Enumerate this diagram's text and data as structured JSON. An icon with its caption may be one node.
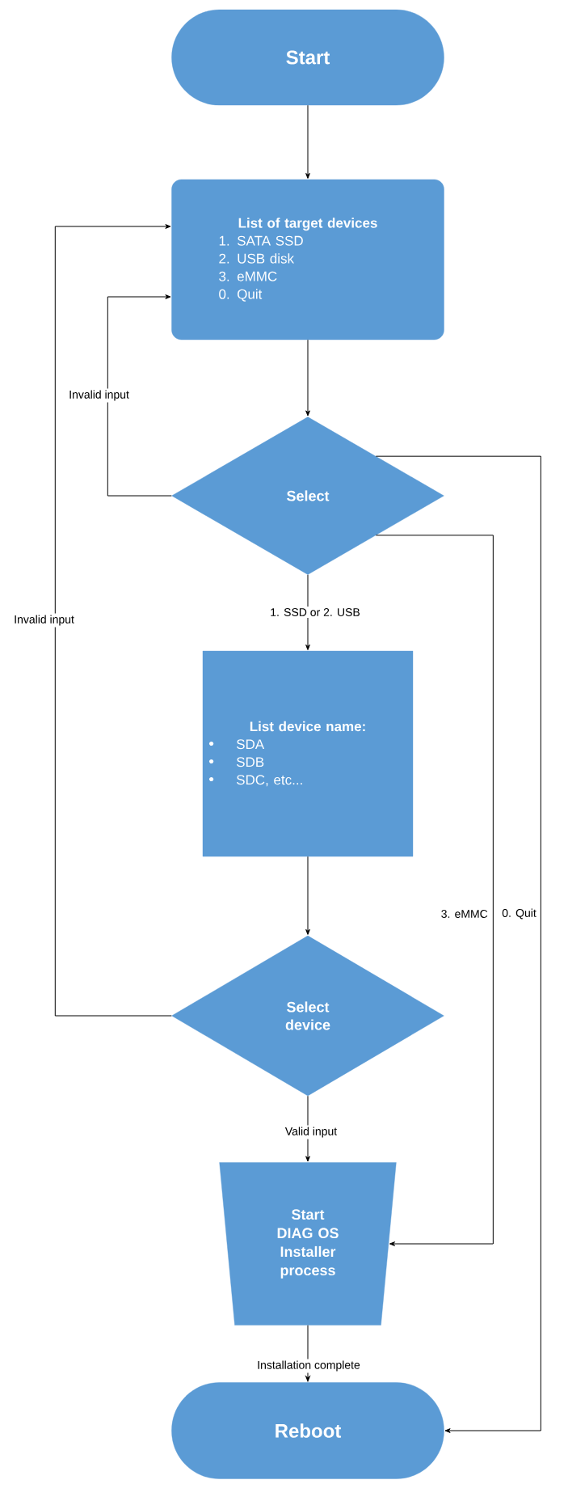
{
  "diagram": {
    "nodes": [
      {
        "text": [
          "Start"
        ]
      },
      {
        "text": [
          "List of target devices",
          "1. SATA SSD",
          "2. USB disk",
          "3. eMMC",
          "0. Quit"
        ]
      },
      {
        "text": [
          "Select"
        ]
      },
      {
        "text": [
          "List device name:",
          "SDA",
          "SDB",
          "SDC, etc..."
        ]
      },
      {
        "text": [
          "Select device"
        ]
      },
      {
        "text": [
          "Start DIAG OS Installer process"
        ]
      },
      {
        "text": [
          "Reboot"
        ]
      }
    ],
    "edges": [
      {
        "from": 0,
        "to": 1,
        "arrow": "to"
      },
      {
        "from": 1,
        "to": 2,
        "arrow": "to"
      },
      {
        "from": 2,
        "to": 1,
        "arrow": "to",
        "label": "Invalid input"
      },
      {
        "from": 2,
        "to": 3,
        "arrow": "to",
        "label": "1. SSD or 2. USB"
      },
      {
        "from": 2,
        "to": 6,
        "arrow": "to",
        "label": "0. Quit"
      },
      {
        "from": 2,
        "to": 5,
        "arrow": "to",
        "label": "3. eMMC"
      },
      {
        "from": 3,
        "to": 4,
        "arrow": "to"
      },
      {
        "from": 4,
        "to": 1,
        "arrow": "to",
        "label": "Invalid input"
      },
      {
        "from": 4,
        "to": 5,
        "arrow": "to",
        "label": "Valid input"
      },
      {
        "from": 5,
        "to": 6,
        "arrow": "to",
        "label": "Installation complete"
      }
    ]
  }
}
